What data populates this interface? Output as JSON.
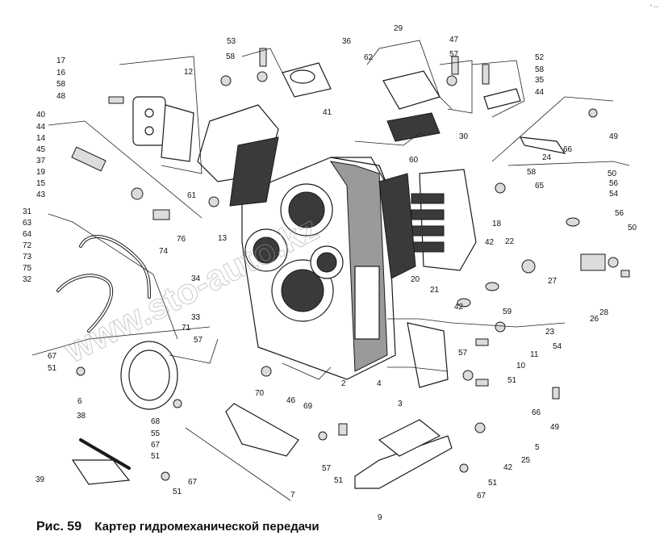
{
  "caption": {
    "figure": "Рис. 59",
    "title": "Картер гидромеханической передачи"
  },
  "watermark": "www.sto-auto.kz",
  "corner_mark": "- ...",
  "labels": [
    "53",
    "36",
    "29",
    "47",
    "52",
    "58",
    "58",
    "57",
    "58",
    "35",
    "44",
    "17",
    "16",
    "12",
    "62",
    "58",
    "48",
    "41",
    "40",
    "44",
    "14",
    "45",
    "37",
    "19",
    "15",
    "43",
    "30",
    "24",
    "66",
    "49",
    "60",
    "61",
    "58",
    "65",
    "50",
    "56",
    "54",
    "31",
    "63",
    "64",
    "72",
    "73",
    "75",
    "32",
    "76",
    "74",
    "13",
    "34",
    "18",
    "42",
    "22",
    "56",
    "50",
    "20",
    "21",
    "27",
    "42",
    "28",
    "33",
    "71",
    "57",
    "59",
    "26",
    "23",
    "54",
    "11",
    "10",
    "67",
    "51",
    "6",
    "68",
    "55",
    "67",
    "51",
    "38",
    "70",
    "46",
    "69",
    "2",
    "4",
    "3",
    "57",
    "51",
    "66",
    "49",
    "5",
    "42",
    "25",
    "39",
    "67",
    "51",
    "7",
    "57",
    "51",
    "51",
    "67",
    "9"
  ],
  "colors": {
    "ink": "#1a1a1a",
    "watermark": "#9aa0a6"
  }
}
